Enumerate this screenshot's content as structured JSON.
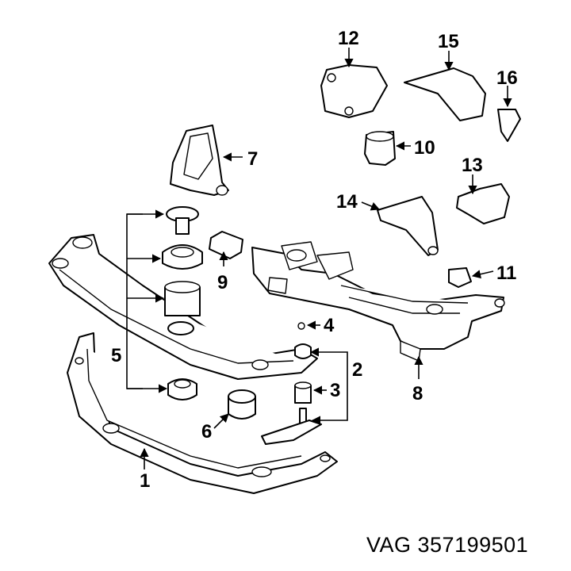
{
  "callouts": {
    "c1": "1",
    "c2": "2",
    "c3": "3",
    "c4": "4",
    "c5": "5",
    "c6": "6",
    "c7": "7",
    "c8": "8",
    "c9": "9",
    "c10": "10",
    "c11": "11",
    "c12": "12",
    "c13": "13",
    "c14": "14",
    "c15": "15",
    "c16": "16"
  },
  "footer": {
    "part_number": "VAG 357199501"
  }
}
